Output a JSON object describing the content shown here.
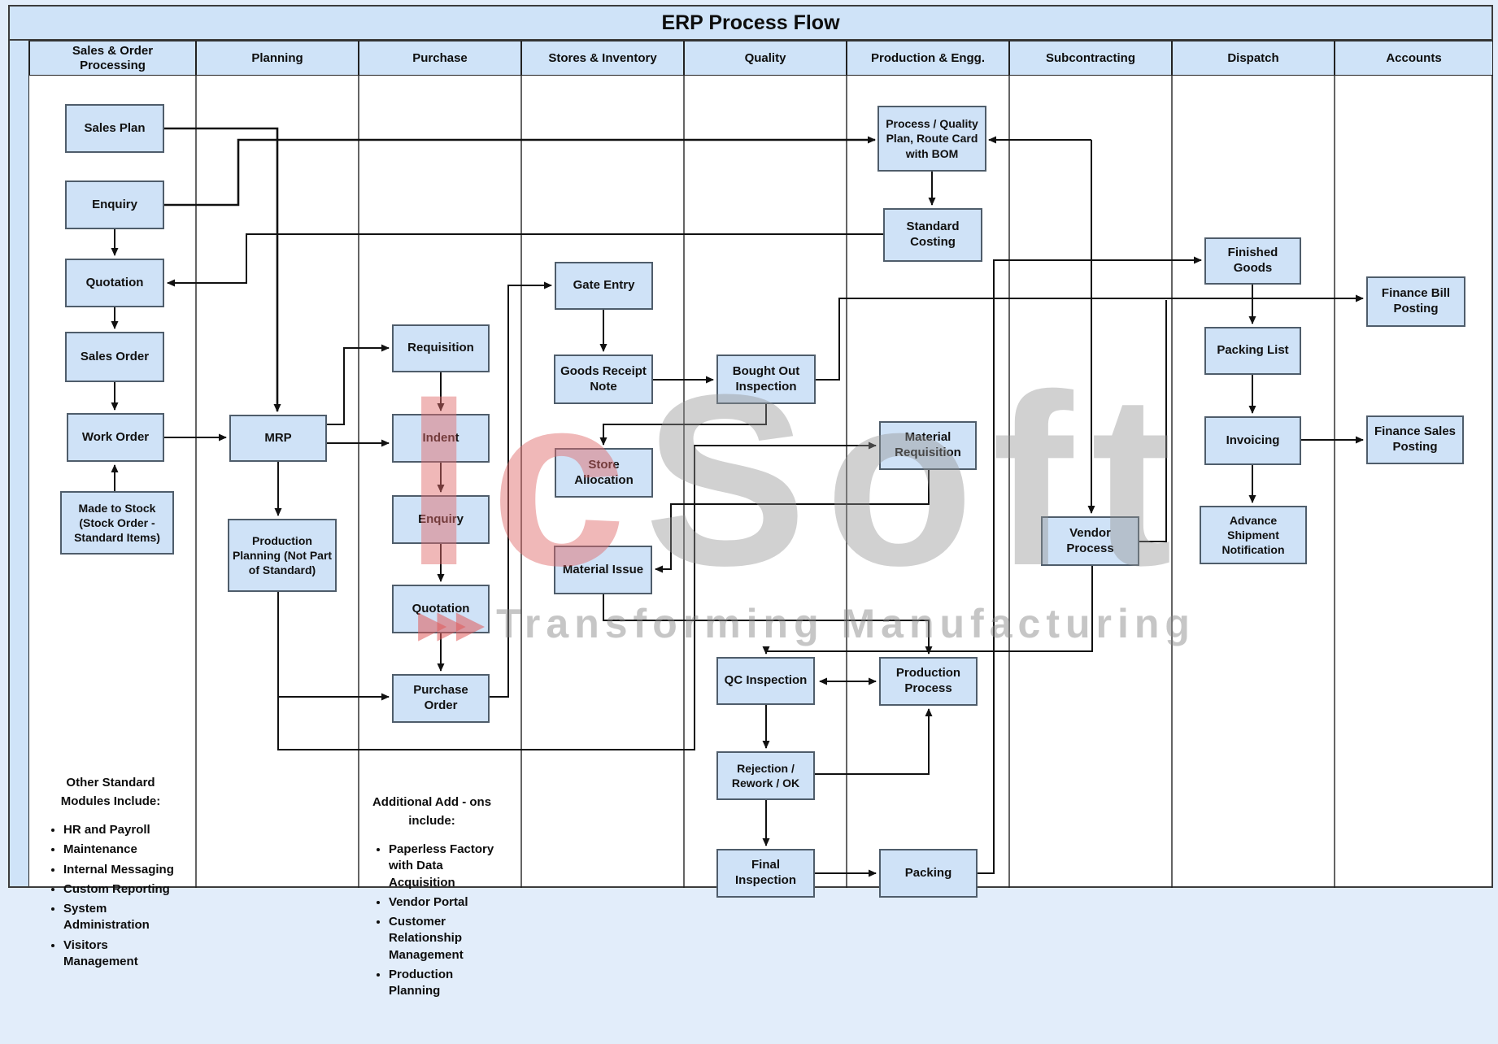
{
  "title": "ERP Process Flow",
  "lanes": [
    {
      "label": "Sales & Order Processing"
    },
    {
      "label": "Planning"
    },
    {
      "label": "Purchase"
    },
    {
      "label": "Stores & Inventory"
    },
    {
      "label": "Quality"
    },
    {
      "label": "Production & Engg."
    },
    {
      "label": "Subcontracting"
    },
    {
      "label": "Dispatch"
    },
    {
      "label": "Accounts"
    }
  ],
  "nodes": [
    {
      "id": "sales-plan",
      "label": "Sales Plan"
    },
    {
      "id": "enquiry",
      "label": "Enquiry"
    },
    {
      "id": "quotation",
      "label": "Quotation"
    },
    {
      "id": "sales-order",
      "label": "Sales Order"
    },
    {
      "id": "work-order",
      "label": "Work Order"
    },
    {
      "id": "made-to-stock",
      "label": "Made to Stock (Stock Order - Standard Items)"
    },
    {
      "id": "mrp",
      "label": "MRP"
    },
    {
      "id": "production-planning",
      "label": "Production Planning (Not Part of Standard)"
    },
    {
      "id": "requisition",
      "label": "Requisition"
    },
    {
      "id": "indent",
      "label": "Indent"
    },
    {
      "id": "purchase-enquiry",
      "label": "Enquiry"
    },
    {
      "id": "purchase-quotation",
      "label": "Quotation"
    },
    {
      "id": "purchase-order",
      "label": "Purchase Order"
    },
    {
      "id": "gate-entry",
      "label": "Gate Entry"
    },
    {
      "id": "goods-receipt-note",
      "label": "Goods Receipt Note"
    },
    {
      "id": "store-allocation",
      "label": "Store Allocation"
    },
    {
      "id": "material-issue",
      "label": "Material Issue"
    },
    {
      "id": "bought-out-inspection",
      "label": "Bought Out Inspection"
    },
    {
      "id": "qc-inspection",
      "label": "QC Inspection"
    },
    {
      "id": "rejection-rework-ok",
      "label": "Rejection / Rework / OK"
    },
    {
      "id": "final-inspection",
      "label": "Final Inspection"
    },
    {
      "id": "process-quality-plan",
      "label": "Process / Quality Plan, Route Card with BOM"
    },
    {
      "id": "standard-costing",
      "label": "Standard Costing"
    },
    {
      "id": "material-requisition",
      "label": "Material Requisition"
    },
    {
      "id": "production-process",
      "label": "Production Process"
    },
    {
      "id": "packing",
      "label": "Packing"
    },
    {
      "id": "vendor-process",
      "label": "Vendor Process"
    },
    {
      "id": "finished-goods",
      "label": "Finished Goods"
    },
    {
      "id": "packing-list",
      "label": "Packing List"
    },
    {
      "id": "invoicing",
      "label": "Invoicing"
    },
    {
      "id": "advance-shipment-notification",
      "label": "Advance Shipment Notification"
    },
    {
      "id": "finance-bill-posting",
      "label": "Finance Bill Posting"
    },
    {
      "id": "finance-sales-posting",
      "label": "Finance Sales Posting"
    }
  ],
  "notes": {
    "standard_modules": {
      "title": "Other Standard Modules Include:",
      "items": [
        "HR and Payroll",
        "Maintenance",
        "Internal Messaging",
        "Custom Reporting",
        "System Administration",
        "Visitors Management"
      ]
    },
    "addons": {
      "title": "Additional Add - ons include:",
      "items": [
        "Paperless Factory with Data Acquisition",
        "Vendor Portal",
        "Customer Relationship Management",
        "Production Planning"
      ]
    }
  },
  "watermark": {
    "part1": "Ic",
    "part2": "Soft",
    "triangles": "▶▶▶",
    "tagline": "Transforming Manufacturing",
    "red": "#e06a6a",
    "gray": "#919191"
  },
  "colors": {
    "page_background": "#e2edfa",
    "chart_background": "#ffffff",
    "band_fill": "#cfe3f8",
    "node_fill": "#cfe2f7",
    "node_border": "#4f5d6b",
    "line": "#111111"
  }
}
